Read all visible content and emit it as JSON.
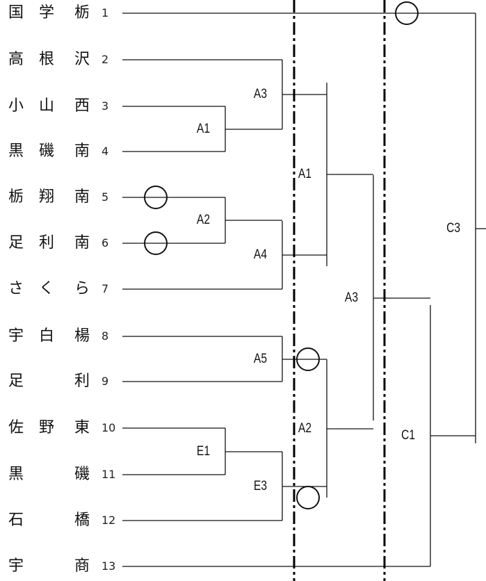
{
  "teams": [
    {
      "seed": "1",
      "chars": [
        "国",
        "学",
        "栃"
      ]
    },
    {
      "seed": "2",
      "chars": [
        "高",
        "根",
        "沢"
      ]
    },
    {
      "seed": "3",
      "chars": [
        "小",
        "山",
        "西"
      ]
    },
    {
      "seed": "4",
      "chars": [
        "黒",
        "磯",
        "南"
      ]
    },
    {
      "seed": "5",
      "chars": [
        "栃",
        "翔",
        "南"
      ]
    },
    {
      "seed": "6",
      "chars": [
        "足",
        "利",
        "南"
      ]
    },
    {
      "seed": "7",
      "chars": [
        "さ",
        "く",
        "ら"
      ]
    },
    {
      "seed": "8",
      "chars": [
        "宇",
        "白",
        "楊"
      ]
    },
    {
      "seed": "9",
      "chars": [
        "足",
        "",
        "利"
      ]
    },
    {
      "seed": "10",
      "chars": [
        "佐",
        "野",
        "東"
      ]
    },
    {
      "seed": "11",
      "chars": [
        "黒",
        "",
        "磯"
      ]
    },
    {
      "seed": "12",
      "chars": [
        "石",
        "",
        "橋"
      ]
    },
    {
      "seed": "13",
      "chars": [
        "宇",
        "",
        "商"
      ]
    }
  ],
  "matches": [
    {
      "label": "A1",
      "round": 1,
      "between": "3 vs 4"
    },
    {
      "label": "A2",
      "round": 1,
      "between": "5 vs 6"
    },
    {
      "label": "E1",
      "round": 1,
      "between": "10 vs 11"
    },
    {
      "label": "A3",
      "round": 2,
      "between": "2 vs A1 winner"
    },
    {
      "label": "A4",
      "round": 2,
      "between": "A2 winner vs 7"
    },
    {
      "label": "A5",
      "round": 2,
      "between": "8 vs 9"
    },
    {
      "label": "E3",
      "round": 2,
      "between": "E1 winner vs 12"
    },
    {
      "label": "A1",
      "round": 3,
      "between": "A3 winner vs A4 winner"
    },
    {
      "label": "A2",
      "round": 3,
      "between": "A5 winner vs E3 winner"
    },
    {
      "label": "A3",
      "round": 4,
      "between": "R3 A1 winner vs R3 A2 winner"
    },
    {
      "label": "C1",
      "round": 5,
      "between": "A3 winner vs 13"
    },
    {
      "label": "C3",
      "round": 6,
      "between": "1 vs C1 winner"
    }
  ],
  "markers": [
    {
      "symbol": "circle",
      "at": "team 5"
    },
    {
      "symbol": "circle",
      "at": "team 6"
    },
    {
      "symbol": "circle",
      "at": "A5 winner"
    },
    {
      "symbol": "circle",
      "at": "E3 winner"
    },
    {
      "symbol": "circle",
      "at": "team 1"
    }
  ],
  "dividers": [
    {
      "style": "dash-dot",
      "position": "between round 2 and round 3"
    },
    {
      "style": "dash-dot",
      "position": "between round 4 and round 5"
    }
  ]
}
